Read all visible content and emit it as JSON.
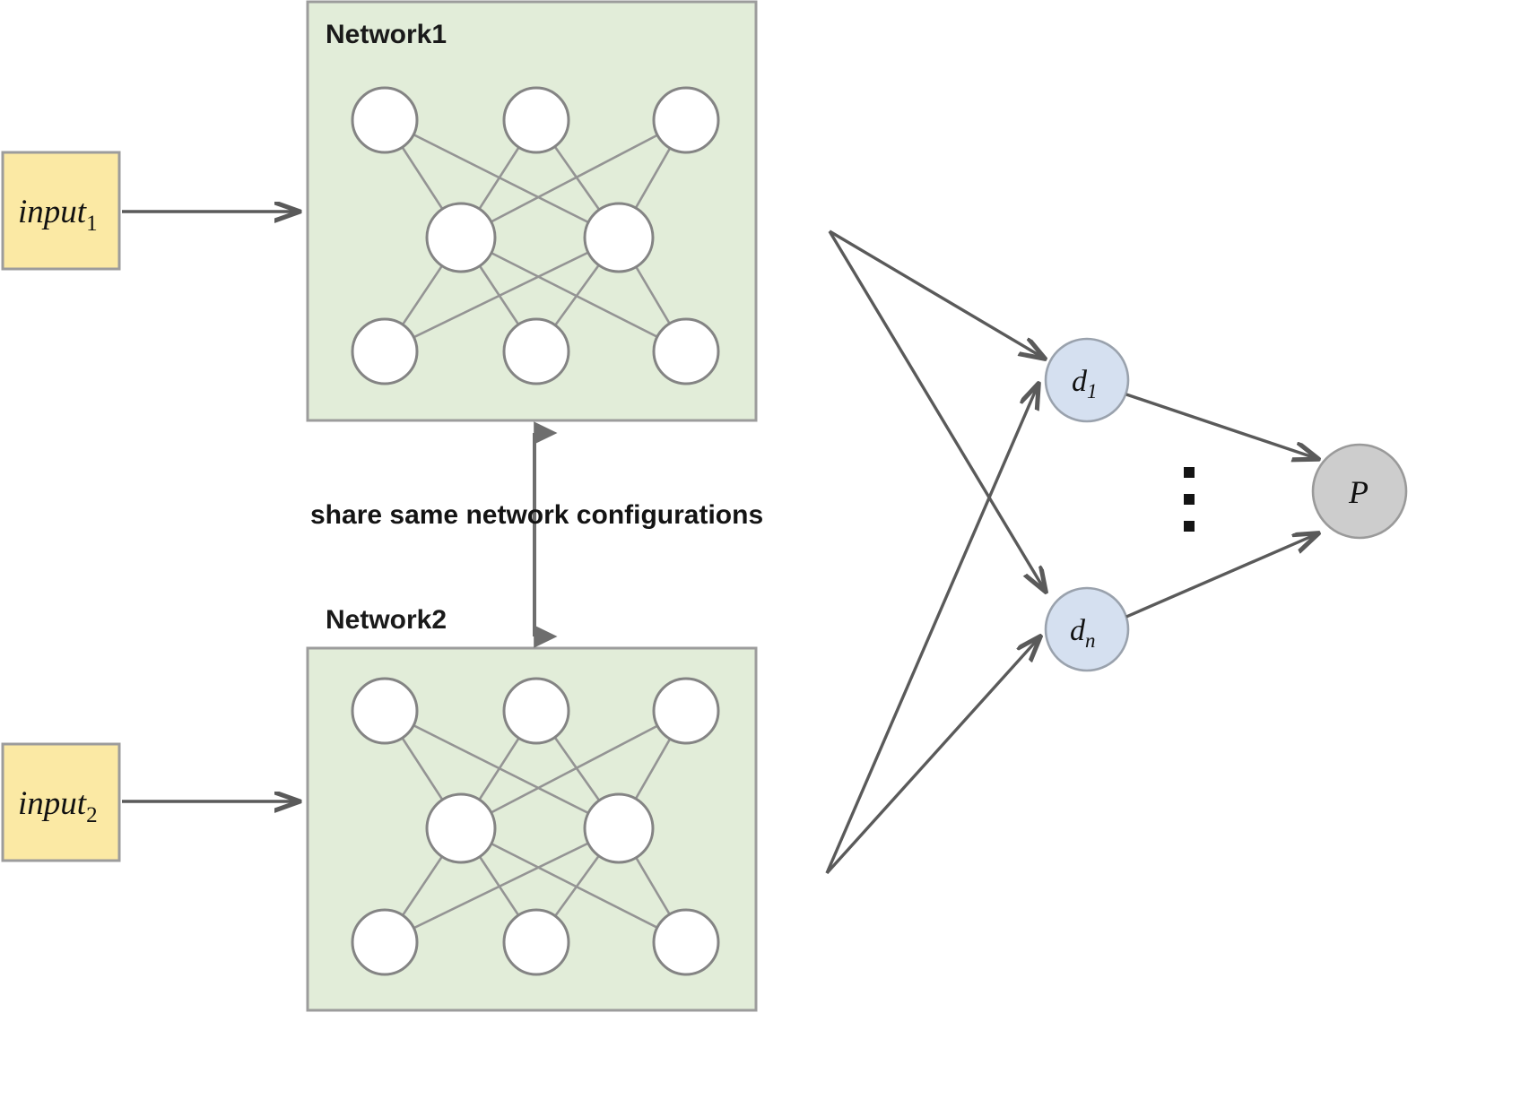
{
  "diagram": {
    "title": "siamese-network-architecture",
    "colors": {
      "network_box_fill": "#e2edd9",
      "network_box_stroke": "#9c9c9c",
      "input_box_fill": "#fbe9a4",
      "input_box_stroke": "#9c9c9c",
      "neuron_fill": "#ffffff",
      "neuron_stroke": "#848484",
      "synapse_stroke": "#949494",
      "arrow_stroke": "#5a5a5a",
      "d_node_fill": "#d5e0f0",
      "d_node_stroke": "#9aa2ad",
      "p_node_fill": "#cdcdcd",
      "p_node_stroke": "#9a9a9a",
      "text_color": "#141414"
    },
    "inputs": [
      {
        "id": "input1",
        "base": "input",
        "subscript": "1"
      },
      {
        "id": "input2",
        "base": "input",
        "subscript": "2"
      }
    ],
    "networks": [
      {
        "id": "network1",
        "label": "Network1",
        "layers": [
          3,
          2,
          3
        ]
      },
      {
        "id": "network2",
        "label": "Network2",
        "layers": [
          3,
          2,
          3
        ]
      }
    ],
    "share_note": "share same network configurations",
    "distance_nodes": [
      {
        "id": "d1",
        "base": "d",
        "subscript": "1"
      },
      {
        "id": "dn",
        "base": "d",
        "subscript": "n"
      }
    ],
    "ellipsis": {
      "symbol": "⋮",
      "dots": 3
    },
    "output_node": {
      "id": "P",
      "label": "P"
    },
    "icons": {
      "input_flow": "arrow-right-icon",
      "share_link": "double-headed-vertical-arrow-icon",
      "distance_edge": "arrow-right-icon",
      "output_edge": "arrow-right-icon",
      "ellipsis": "vertical-ellipsis-icon"
    }
  }
}
